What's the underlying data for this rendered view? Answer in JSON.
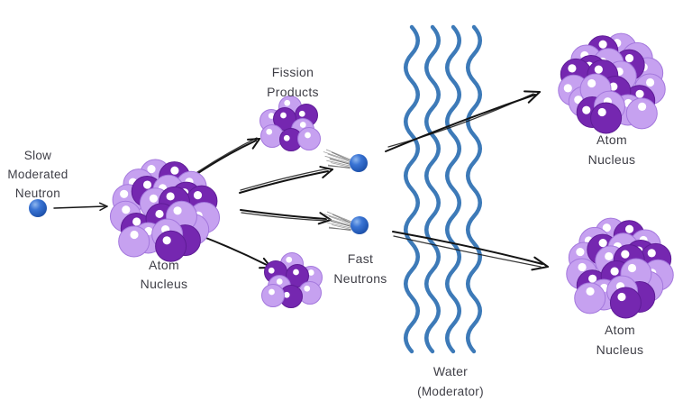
{
  "labels": {
    "slow_neutron": [
      "Slow",
      "Moderated",
      "Neutron"
    ],
    "atom_nucleus_left": [
      "Atom",
      "Nucleus"
    ],
    "fission_products": [
      "Fission",
      "Products"
    ],
    "fast_neutrons": [
      "Fast",
      "Neutrons"
    ],
    "water_moderator": [
      "Water",
      "(Moderator)"
    ],
    "atom_nucleus_top_right": [
      "Atom",
      "Nucleus"
    ],
    "atom_nucleus_bottom_right": [
      "Atom",
      "Nucleus"
    ]
  },
  "colors": {
    "background": "#ffffff",
    "text": "#3e3e46",
    "nucleon_light": "#c6a1f0",
    "nucleon_light_stroke": "#a478dd",
    "nucleon_dark": "#7527b0",
    "nucleon_dark_stroke": "#5e1c96",
    "sphere_highlight": "#ffffff",
    "neutron_blue": "#2a63c6",
    "neutron_blue_light": "#8fb7ee",
    "neutron_blue_deep": "#1a4390",
    "water_blue": "#3d7ab8",
    "arrow": "#141414",
    "speed_lines": "#8b8b8b"
  }
}
